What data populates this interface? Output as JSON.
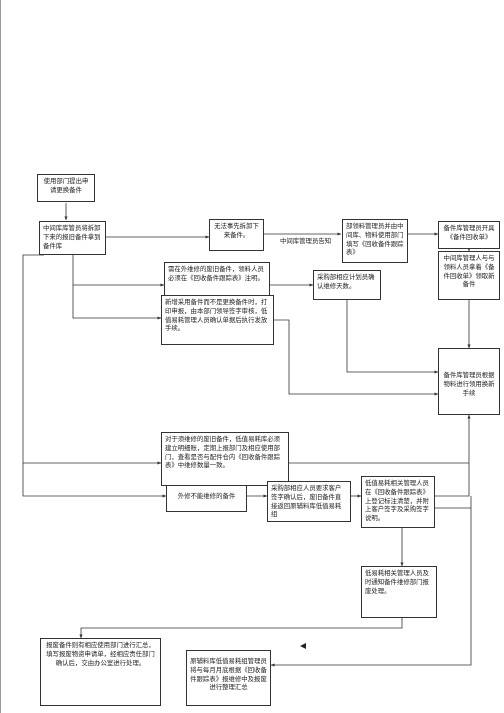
{
  "nodes": {
    "n_request": "使用部门提出申请更换备件",
    "n_store_mgr": "中间库库管员将拆卸下来的报旧备件拿到备件库",
    "n_cannot_remove": "无法事先拆卸下来备件。",
    "n_dept_mgr_fill": "部领料管理员并由中间库、物料使用部门填写《回收备件跟踪表》",
    "n_issue_order": "备件库管理员开具《备件回收单》",
    "n_old_parts_check": "需在外维修的废旧备件，领料人员必须在《回收备件跟踪表》注明。",
    "n_purchase_plan": "采购部相应计划员确认维修天数。",
    "n_store_person_bring": "中间库管理人与与领料人员拿着《备件回收单》领取新备件",
    "n_new_parts": "新增采用备件而不是更换备件时，打印申报，由本部门领导签字审核，低值易耗管理人员确认单据后执行发放手续。",
    "n_exchange": "备件库管理员根据物料进行领用换新手续",
    "n_repair_inquire": "对于须维修的废旧备件，低值易耗库必须建立明细账，定期上报部门及相应使用部门，查看是否与配件仓内《回收备件跟踪表》中维修数量一致。",
    "n_out_repair": "外修不能维修的备件",
    "n_purchase_staff": "采购部相应人员要求客户签字确认后，废旧备件直接返回原辅料库低值易耗组",
    "n_low_value_staff": "低值易耗相关管理人员在《回收备件跟踪表》上登记标注清楚，并附上客户签字及采购签字说明。",
    "n_notify_scrap": "低易耗相关管理人员及时通知备件维修部门报废处理。",
    "n_scrap_summary": "报废备件则有相应使用部门进行汇总，填写报废物资申请单，经相应责任部门确认后，交由办公室进行处理。",
    "n_monthly_report": "原辅料库低值易耗组管理员将与每月月底根据《回收备件跟踪表》报维修中及报废进行整理汇总"
  },
  "edge_labels": {
    "notify_label": "中间库管理员告知"
  },
  "colors": {
    "line": "#333333",
    "border": "#333333",
    "text": "#222222"
  }
}
